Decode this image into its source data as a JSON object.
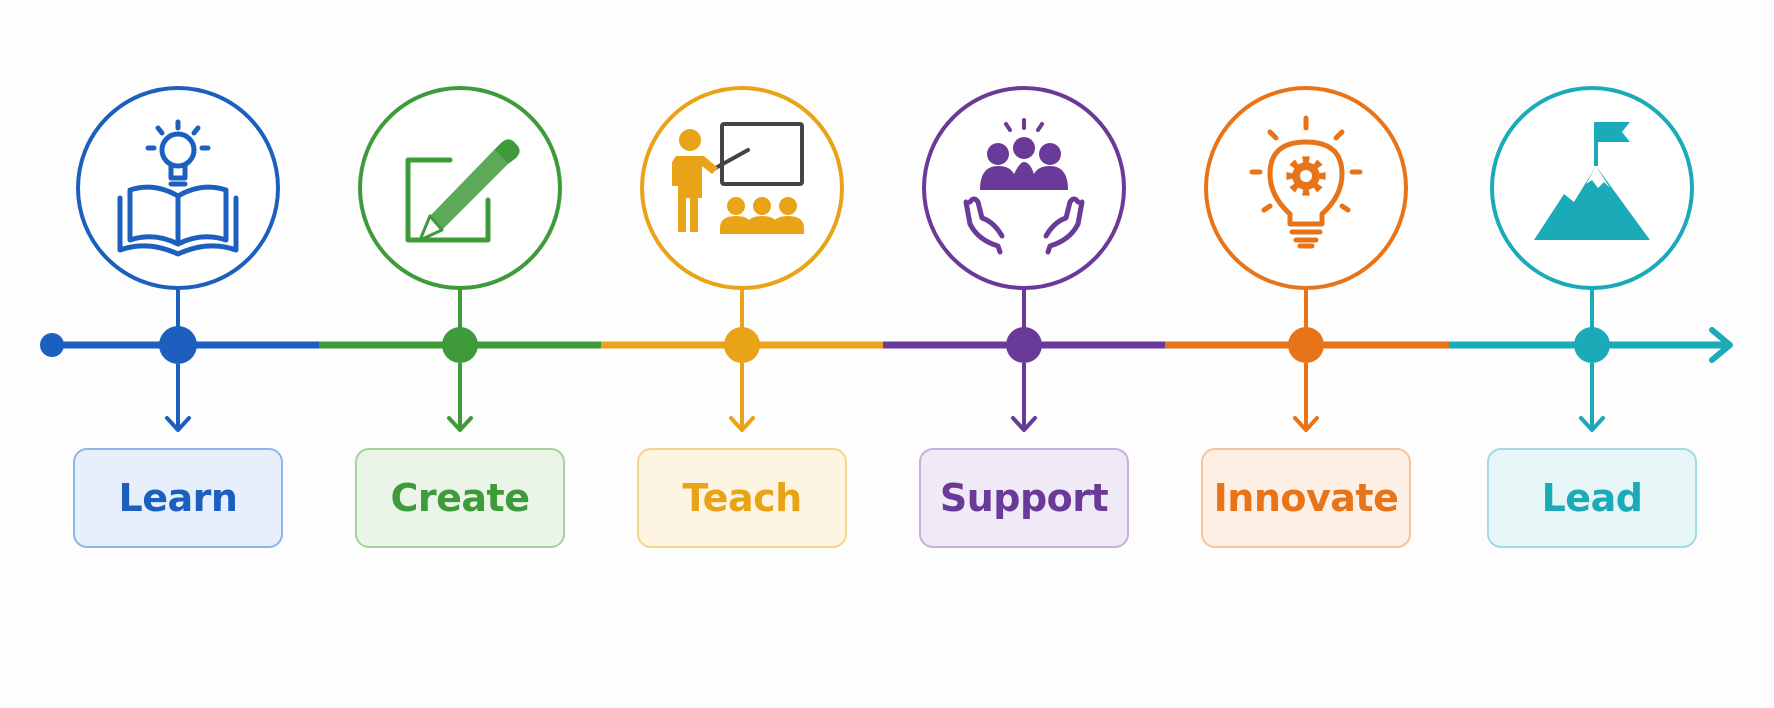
{
  "stages": [
    {
      "label": "Learn",
      "icon": "book-lightbulb-icon",
      "color": "#1c5fbf",
      "soft": "#e6effb",
      "border": "#8eb5ea"
    },
    {
      "label": "Create",
      "icon": "pencil-edit-icon",
      "color": "#3f9b3a",
      "soft": "#eaf5e7",
      "border": "#a5d49e"
    },
    {
      "label": "Teach",
      "icon": "teacher-class-icon",
      "color": "#e8a317",
      "soft": "#fdf4e2",
      "border": "#f5d48c"
    },
    {
      "label": "Support",
      "icon": "helping-hands-icon",
      "color": "#6a3a99",
      "soft": "#f0eaf6",
      "border": "#c6b2dc"
    },
    {
      "label": "Innovate",
      "icon": "lightbulb-gear-icon",
      "color": "#e8741a",
      "soft": "#fdefe4",
      "border": "#f6c39a"
    },
    {
      "label": "Lead",
      "icon": "mountain-flag-icon",
      "color": "#1aaab8",
      "soft": "#e6f5f6",
      "border": "#a0dbe1"
    }
  ]
}
